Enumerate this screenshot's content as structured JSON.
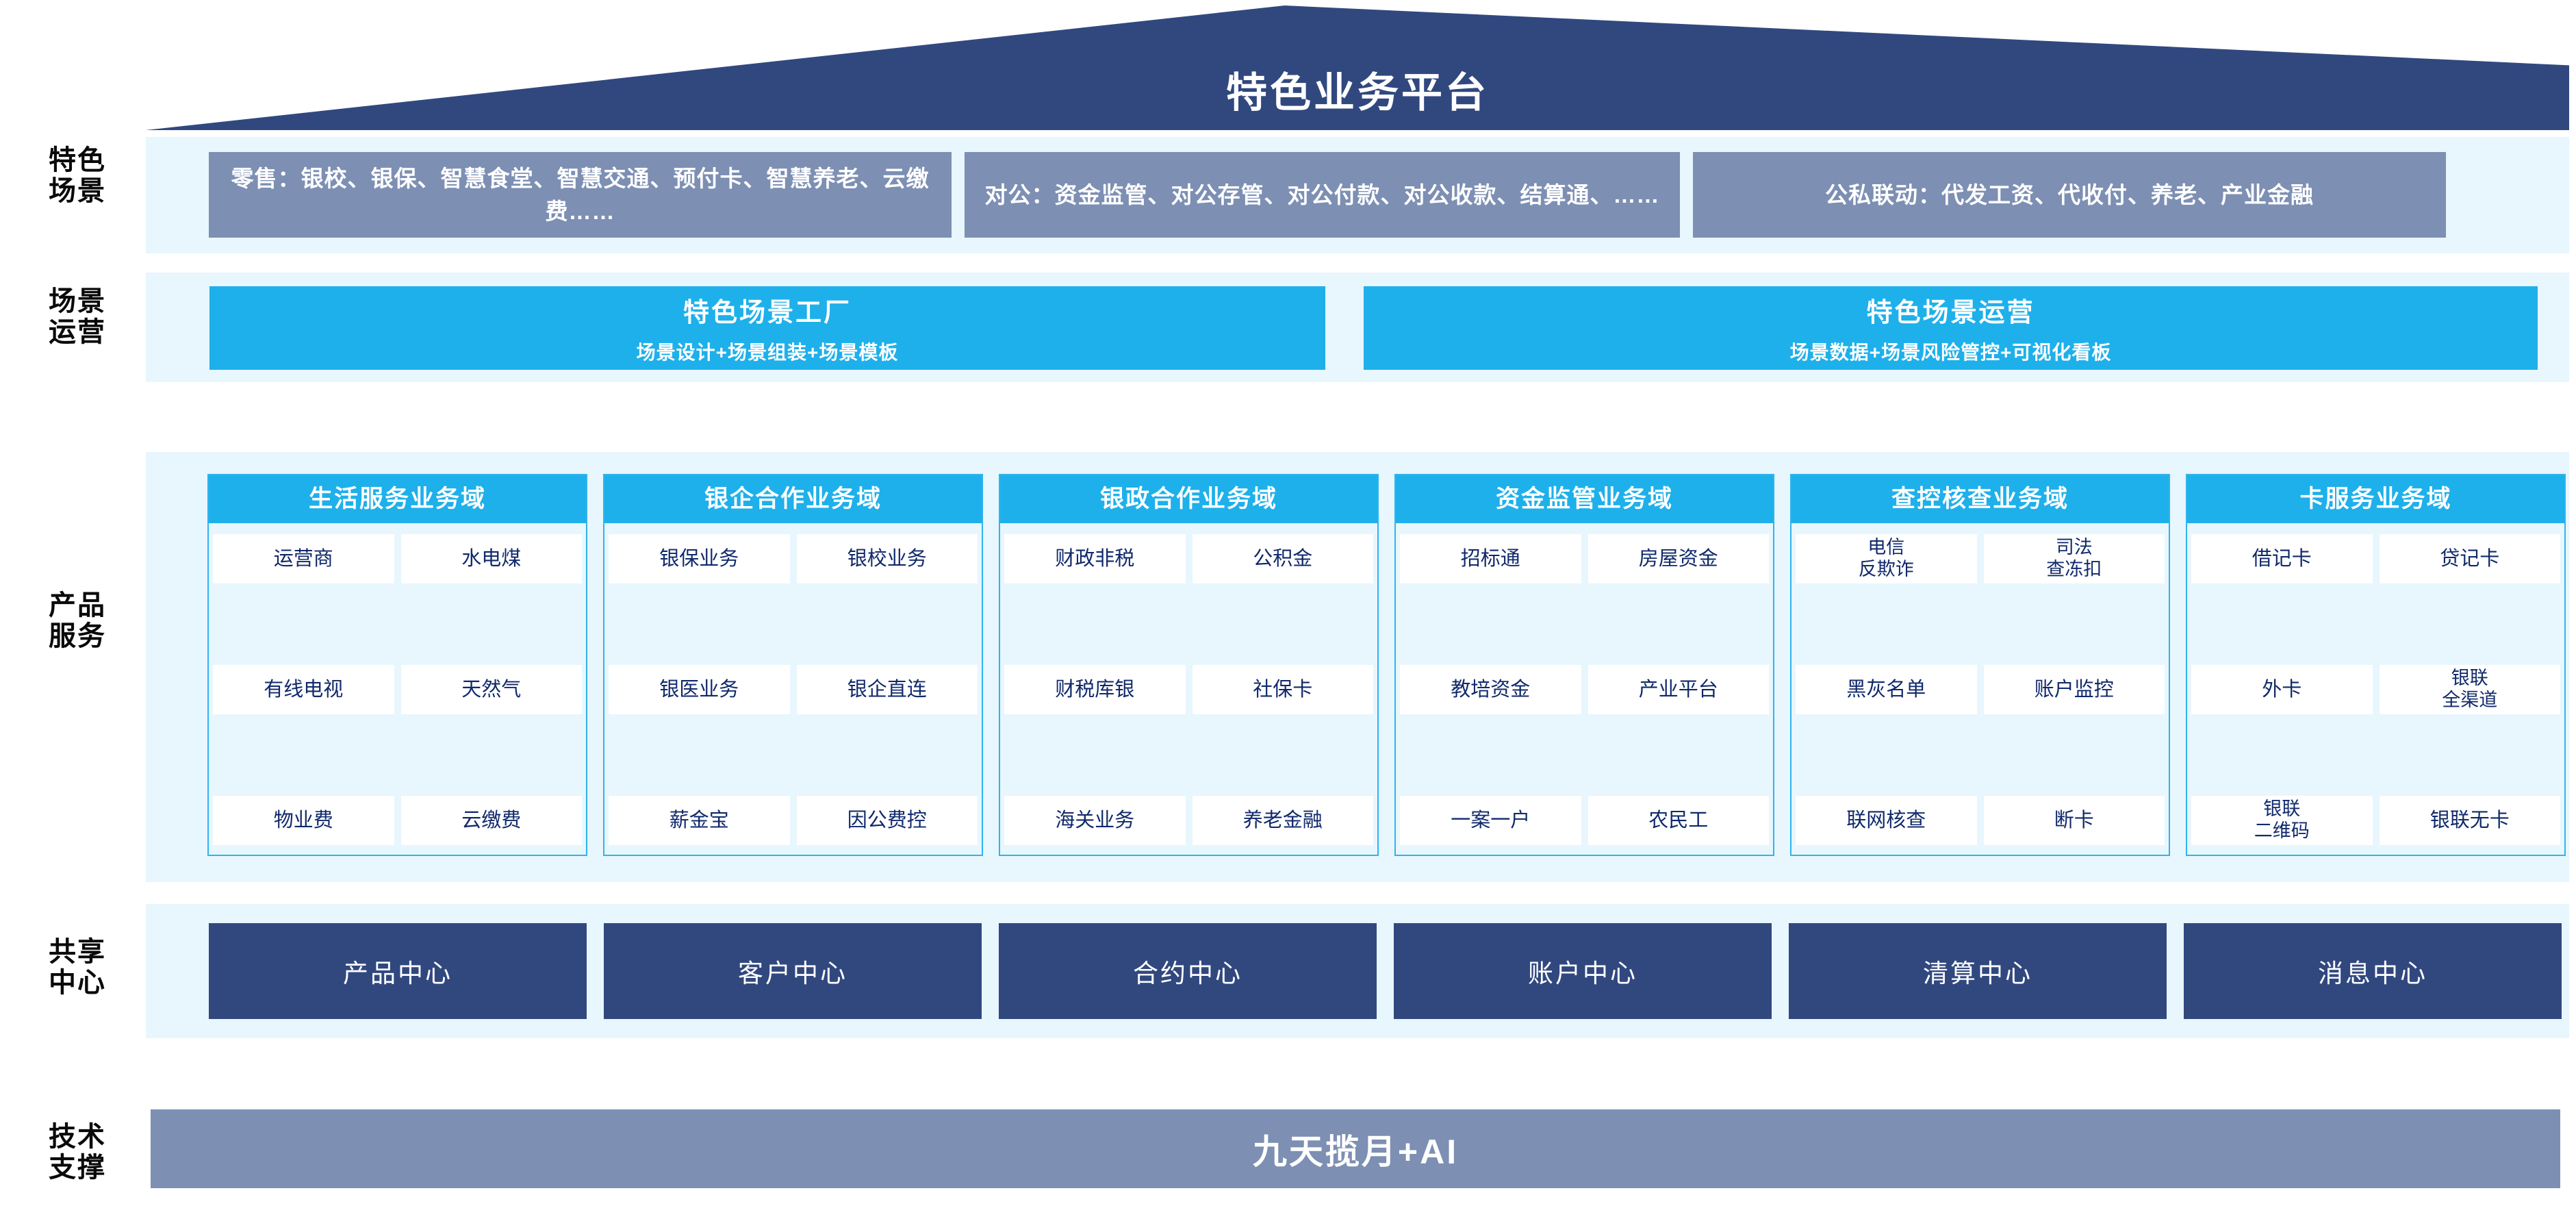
{
  "colors": {
    "navy": "#31487f",
    "cyan": "#1eb0ea",
    "slate": "#7d8fb3",
    "band_bg": "#e8f6fd",
    "cell_text": "#10296b",
    "cell_bg": "#ffffff"
  },
  "header": {
    "title": "特色业务平台"
  },
  "row_labels": {
    "scene": "特色\n场景",
    "ops": "场景\n运营",
    "product": "产品\n服务",
    "share": "共享\n中心",
    "tech": "技术\n支撑"
  },
  "scenes": [
    {
      "label": "零售：银校、银保、智慧食堂、智慧交通、预付卡、智慧养老、云缴费……"
    },
    {
      "label": "对公：资金监管、对公存管、对公付款、对公收款、结算通、……"
    },
    {
      "label": "公私联动：代发工资、代收付、养老、产业金融"
    }
  ],
  "operations": [
    {
      "title": "特色场景工厂",
      "subtitle": "场景设计+场景组装+场景模板"
    },
    {
      "title": "特色场景运营",
      "subtitle": "场景数据+场景风险管控+可视化看板"
    }
  ],
  "domains": [
    {
      "title": "生活服务业务域",
      "rows": [
        [
          "运营商",
          "水电煤"
        ],
        [
          "有线电视",
          "天然气"
        ],
        [
          "物业费",
          "云缴费"
        ]
      ]
    },
    {
      "title": "银企合作业务域",
      "rows": [
        [
          "银保业务",
          "银校业务"
        ],
        [
          "银医业务",
          "银企直连"
        ],
        [
          "薪金宝",
          "因公费控"
        ]
      ]
    },
    {
      "title": "银政合作业务域",
      "rows": [
        [
          "财政非税",
          "公积金"
        ],
        [
          "财税库银",
          "社保卡"
        ],
        [
          "海关业务",
          "养老金融"
        ]
      ]
    },
    {
      "title": "资金监管业务域",
      "rows": [
        [
          "招标通",
          "房屋资金"
        ],
        [
          "教培资金",
          "产业平台"
        ],
        [
          "一案一户",
          "农民工"
        ]
      ]
    },
    {
      "title": "查控核查业务域",
      "rows": [
        [
          "电信\n反欺诈",
          "司法\n查冻扣"
        ],
        [
          "黑灰名单",
          "账户监控"
        ],
        [
          "联网核查",
          "断卡"
        ]
      ]
    },
    {
      "title": "卡服务业务域",
      "rows": [
        [
          "借记卡",
          "贷记卡"
        ],
        [
          "外卡",
          "银联\n全渠道"
        ],
        [
          "银联\n二维码",
          "银联无卡"
        ]
      ]
    }
  ],
  "shared_centers": [
    {
      "label": "产品中心"
    },
    {
      "label": "客户中心"
    },
    {
      "label": "合约中心"
    },
    {
      "label": "账户中心"
    },
    {
      "label": "清算中心"
    },
    {
      "label": "消息中心"
    }
  ],
  "tech": {
    "label": "九天揽月+AI"
  }
}
